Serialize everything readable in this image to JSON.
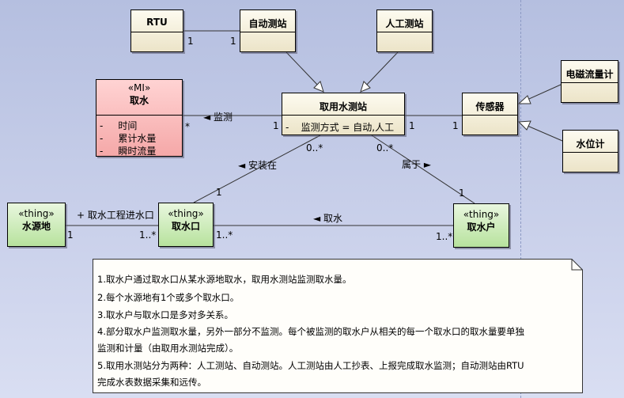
{
  "classes": {
    "rtu": {
      "name": "RTU"
    },
    "auto_station": {
      "name": "自动测站"
    },
    "manual_station": {
      "name": "人工测站"
    },
    "em_flowmeter": {
      "name": "电磁流量计"
    },
    "sensor": {
      "name": "传感器"
    },
    "water_level_meter": {
      "name": "水位计"
    },
    "intake_station": {
      "name": "取用水测站",
      "attributes": [
        {
          "vis": "-",
          "text": "监测方式 = 自动,人工"
        }
      ]
    },
    "intake": {
      "stereotype": "«MI»",
      "name": "取水",
      "attributes": [
        {
          "vis": "-",
          "text": "时间"
        },
        {
          "vis": "-",
          "text": "累计水量"
        },
        {
          "vis": "-",
          "text": "瞬时流量"
        }
      ]
    },
    "water_source": {
      "stereotype": "«thing»",
      "name": "水源地"
    },
    "intake_port": {
      "stereotype": "«thing»",
      "name": "取水口"
    },
    "water_user": {
      "stereotype": "«thing»",
      "name": "取水户"
    }
  },
  "associations": {
    "rtu_auto": {
      "m1": "1",
      "m2": "1"
    },
    "monitor": {
      "label": "◄ 监测",
      "m_intake": "*",
      "m_station": "1"
    },
    "station_sensor": {
      "m_station": "1",
      "m_sensor": "1"
    },
    "installed_at": {
      "label": "◄ 安装在",
      "m_station": "0..*",
      "m_port": "1"
    },
    "belongs_to": {
      "label": "属于 ►",
      "m_station": "0..*",
      "m_user": "1"
    },
    "source_port": {
      "label": "+ 取水工程进水口",
      "m_source": "1",
      "m_port": "1..*"
    },
    "port_user": {
      "label": "◄ 取水",
      "m_port": "1..*",
      "m_user": "1..*"
    }
  },
  "note": {
    "lines": [
      "1.取水户通过取水口从某水源地取水，取用水测站监测取水量。",
      "2.每个水源地有1个或多个取水口。",
      "3.取水户与取水口是多对多关系。",
      "4.部分取水户监测取水量，另外一部分不监测。每个被监测的取水户从相关的每一个取水口的取水量要单独",
      "监测和计量（由取用水测站完成）。",
      "5.取用水测站分为两种：人工测站、自动测站。人工测站由人工抄表、上报完成取水监测；自动测站由RTU",
      "完成水表数据采集和远传。"
    ]
  }
}
